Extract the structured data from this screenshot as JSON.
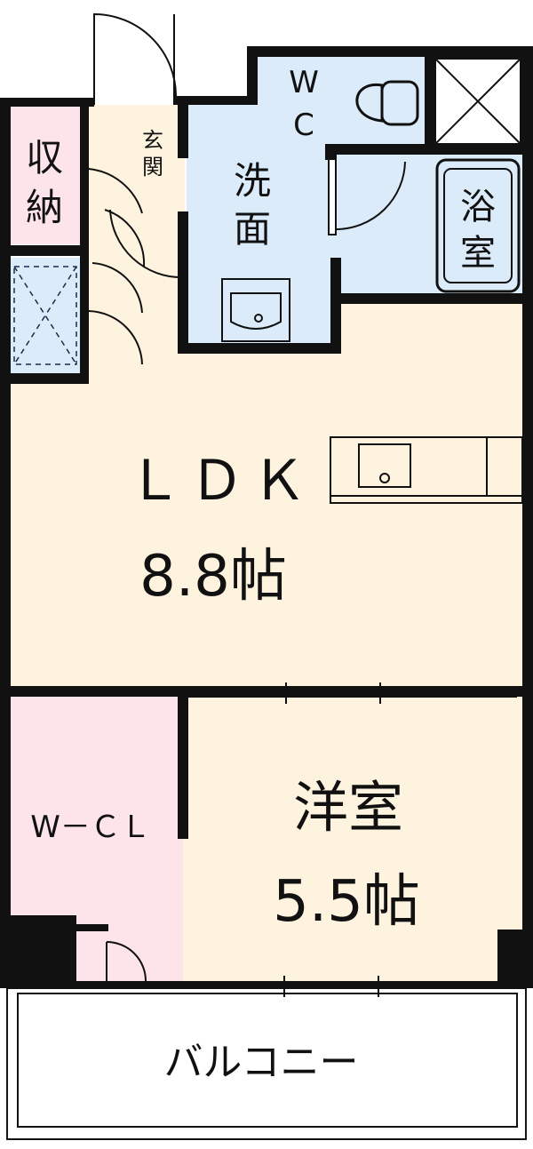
{
  "rooms": {
    "storage": {
      "label": "収納",
      "label_lines": [
        "収",
        "納"
      ]
    },
    "entrance": {
      "label": "玄関",
      "label_lines": [
        "玄",
        "関"
      ]
    },
    "washroom": {
      "label": "洗面",
      "label_lines": [
        "洗",
        "面"
      ]
    },
    "wc": {
      "label": "WC",
      "label_lines": [
        "W",
        "C"
      ]
    },
    "bath": {
      "label": "浴室",
      "label_lines": [
        "浴",
        "室"
      ]
    },
    "ldk": {
      "label": "ＬＤＫ",
      "size": "8.8帖"
    },
    "western": {
      "label": "洋室",
      "size": "5.5帖"
    },
    "wcl": {
      "label": "W－ＣＬ"
    },
    "balcony": {
      "label": "バルコニー"
    }
  },
  "colors": {
    "wall": "#111111",
    "wet_area": "#dcebf9",
    "floor": "#fdf3de",
    "storage": "#fde3ea",
    "balcony": "#ffffff"
  }
}
